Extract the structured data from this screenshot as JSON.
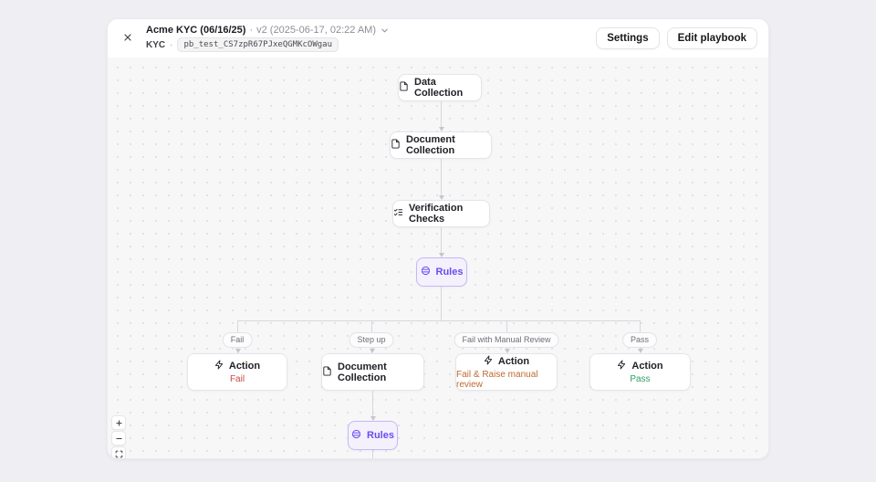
{
  "colors": {
    "accent_purple": "#6a4cf0",
    "purple_node_bg": "#f4f1fd",
    "purple_node_border": "#c5baf4",
    "fail_red": "#c84747",
    "manual_review_orange": "#bd6a33",
    "pass_green": "#2e9e62",
    "canvas_bg": "#f7f7f8",
    "connector_gray": "#d7d7dc"
  },
  "header": {
    "close_icon": "close-x-icon",
    "title": "Acme KYC (06/16/25)",
    "separator": "·",
    "version_label": "v2 (2025-06-17, 02:22 AM)",
    "version_chevron": "chevron-down-icon",
    "type_label": "KYC",
    "type_separator": "·",
    "playbook_id": "pb_test_CS7zpR67PJxeQGMKcOWgau",
    "buttons": {
      "settings": "Settings",
      "edit_playbook": "Edit playbook"
    }
  },
  "flow": {
    "main_nodes": [
      {
        "label": "Data Collection",
        "icon": "file-icon"
      },
      {
        "label": "Document Collection",
        "icon": "file-icon"
      },
      {
        "label": "Verification Checks",
        "icon": "list-checks-icon"
      },
      {
        "label": "Rules",
        "icon": "rules-icon",
        "variant": "purple"
      }
    ],
    "branches": [
      {
        "edge_label": "Fail",
        "node": {
          "title": "Action",
          "icon": "zap-icon",
          "subtitle": "Fail",
          "status": "fail"
        }
      },
      {
        "edge_label": "Step up",
        "node": {
          "title": "Document Collection",
          "icon": "file-icon"
        }
      },
      {
        "edge_label": "Fail with Manual Review",
        "node": {
          "title": "Action",
          "icon": "zap-icon",
          "subtitle": "Fail & Raise manual review",
          "status": "manual"
        }
      },
      {
        "edge_label": "Pass",
        "node": {
          "title": "Action",
          "icon": "zap-icon",
          "subtitle": "Pass",
          "status": "pass"
        }
      }
    ],
    "bottom_node": {
      "label": "Rules",
      "icon": "rules-icon",
      "variant": "purple"
    }
  },
  "zoom_controls": {
    "zoom_in": "plus-icon",
    "zoom_out": "minus-icon",
    "fit": "fit-view-icon"
  }
}
